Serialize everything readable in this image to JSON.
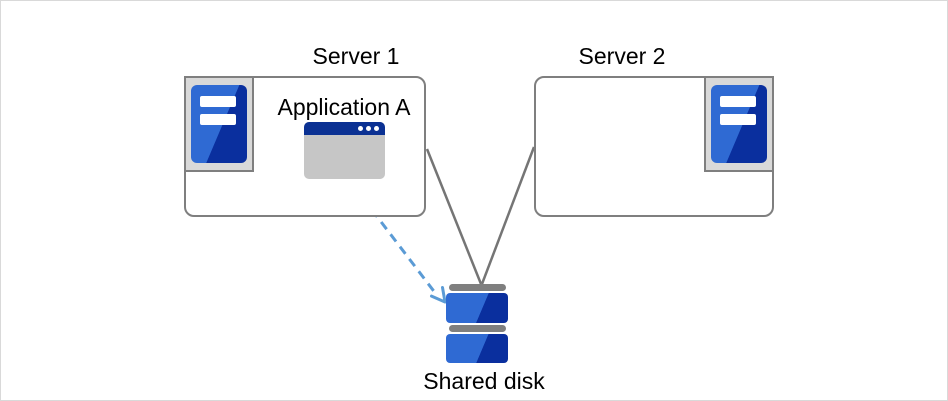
{
  "nodes": {
    "server1": {
      "label": "Server 1",
      "application": "Application A"
    },
    "server2": {
      "label": "Server 2"
    },
    "shared_disk": {
      "label": "Shared disk"
    }
  },
  "icons": {
    "server1_machine": "server-tower-icon",
    "server2_machine": "server-tower-icon",
    "application_a": "app-window-icon",
    "shared_disk": "disk-stack-icon"
  },
  "connections": [
    {
      "from": "server1",
      "to": "shared_disk",
      "style": "solid-line"
    },
    {
      "from": "server2",
      "to": "shared_disk",
      "style": "solid-line"
    },
    {
      "from": "application_a",
      "to": "shared_disk",
      "style": "dashed-arrow"
    }
  ],
  "colors": {
    "box_border": "#7f7f7f",
    "icon_frame_bg": "#d9d9d9",
    "server_blue_light": "#2f6ad3",
    "server_blue_dark": "#0a2f9e",
    "window_titlebar": "#0b3193",
    "window_body": "#c6c6c6",
    "connector": "#757575",
    "arrow_blue": "#5b9bd5",
    "disk_cap": "#7f7f7f",
    "canvas_border": "#d9d9d9"
  }
}
